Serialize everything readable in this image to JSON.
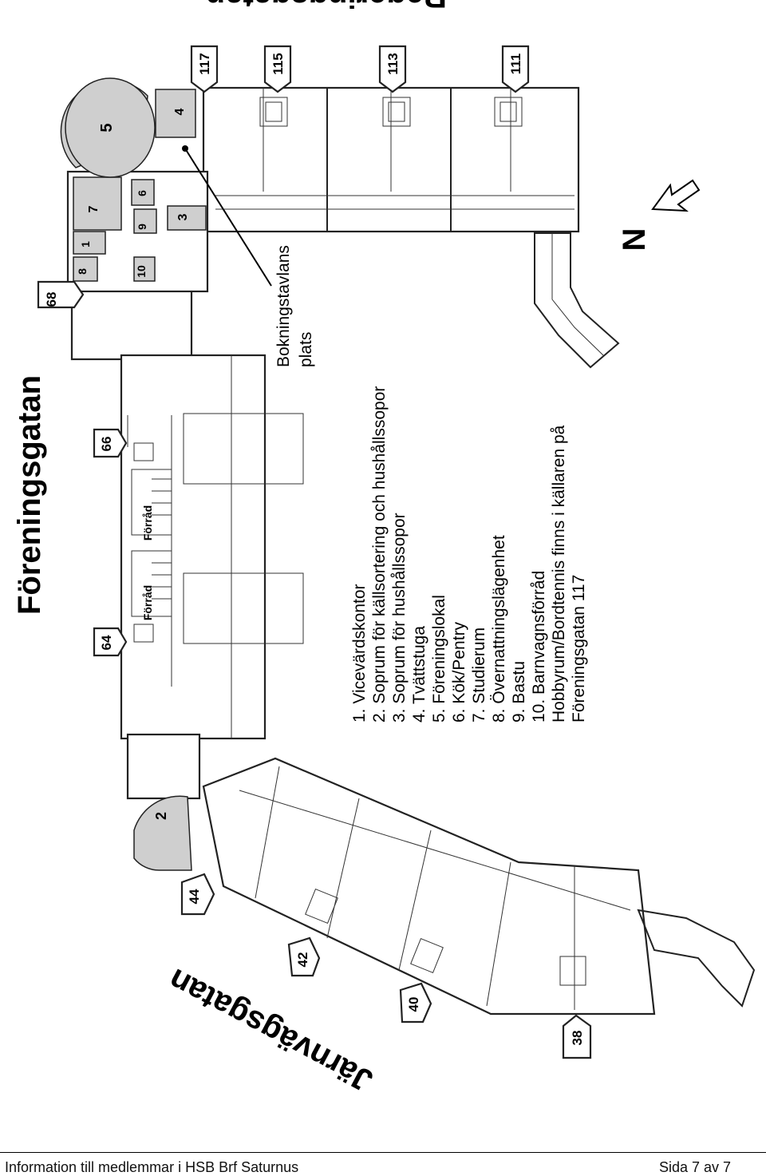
{
  "streets": {
    "top": "Regeringsgatan",
    "left": "Föreningsgatan",
    "bottom": "Järnvägsgatan"
  },
  "entrances": [
    "117",
    "115",
    "113",
    "111",
    "68",
    "66",
    "64",
    "44",
    "42",
    "40",
    "38"
  ],
  "rooms": [
    "1",
    "2",
    "3",
    "4",
    "5",
    "6",
    "7",
    "8",
    "9",
    "10"
  ],
  "storage_labels": [
    "Förråd",
    "Förråd"
  ],
  "annotation": {
    "line1": "Bokningstavlans",
    "line2": "plats"
  },
  "north": "N",
  "legend": [
    "1. Vicevärdskontor",
    "2. Soprum för källsortering och hushållssopor",
    "3. Soprum för hushållssopor",
    "4. Tvättstuga",
    "5. Föreningslokal",
    "6. Kök/Pentry",
    "7. Studierum",
    "8. Övernattningslägenhet",
    "9. Bastu",
    "10. Barnvagnsförråd",
    "Hobbyrum/Bordtennis finns i källaren på",
    "Föreningsgatan 117"
  ],
  "footer": {
    "left": "Information till medlemmar i HSB Brf Saturnus",
    "right": "Sida 7 av 7"
  }
}
